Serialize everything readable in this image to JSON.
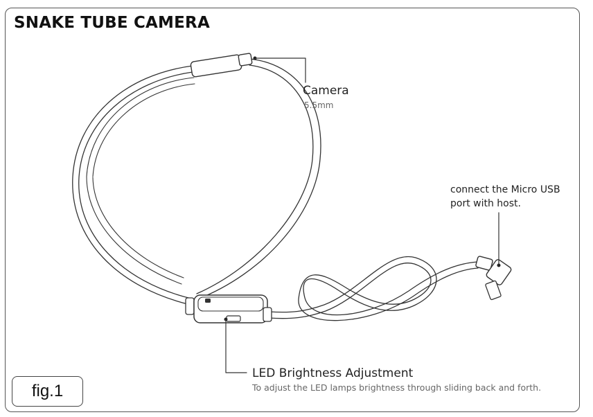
{
  "title": "SNAKE TUBE CAMERA",
  "labels": {
    "camera": "Camera",
    "camera_size": "5.5mm",
    "usb_line1": "connect the Micro USB",
    "usb_line2": "port with host.",
    "led_title": "LED Brightness Adjustment",
    "led_desc": "To adjust the LED lamps brightness through sliding back and forth."
  },
  "figure_label": "fig.1"
}
